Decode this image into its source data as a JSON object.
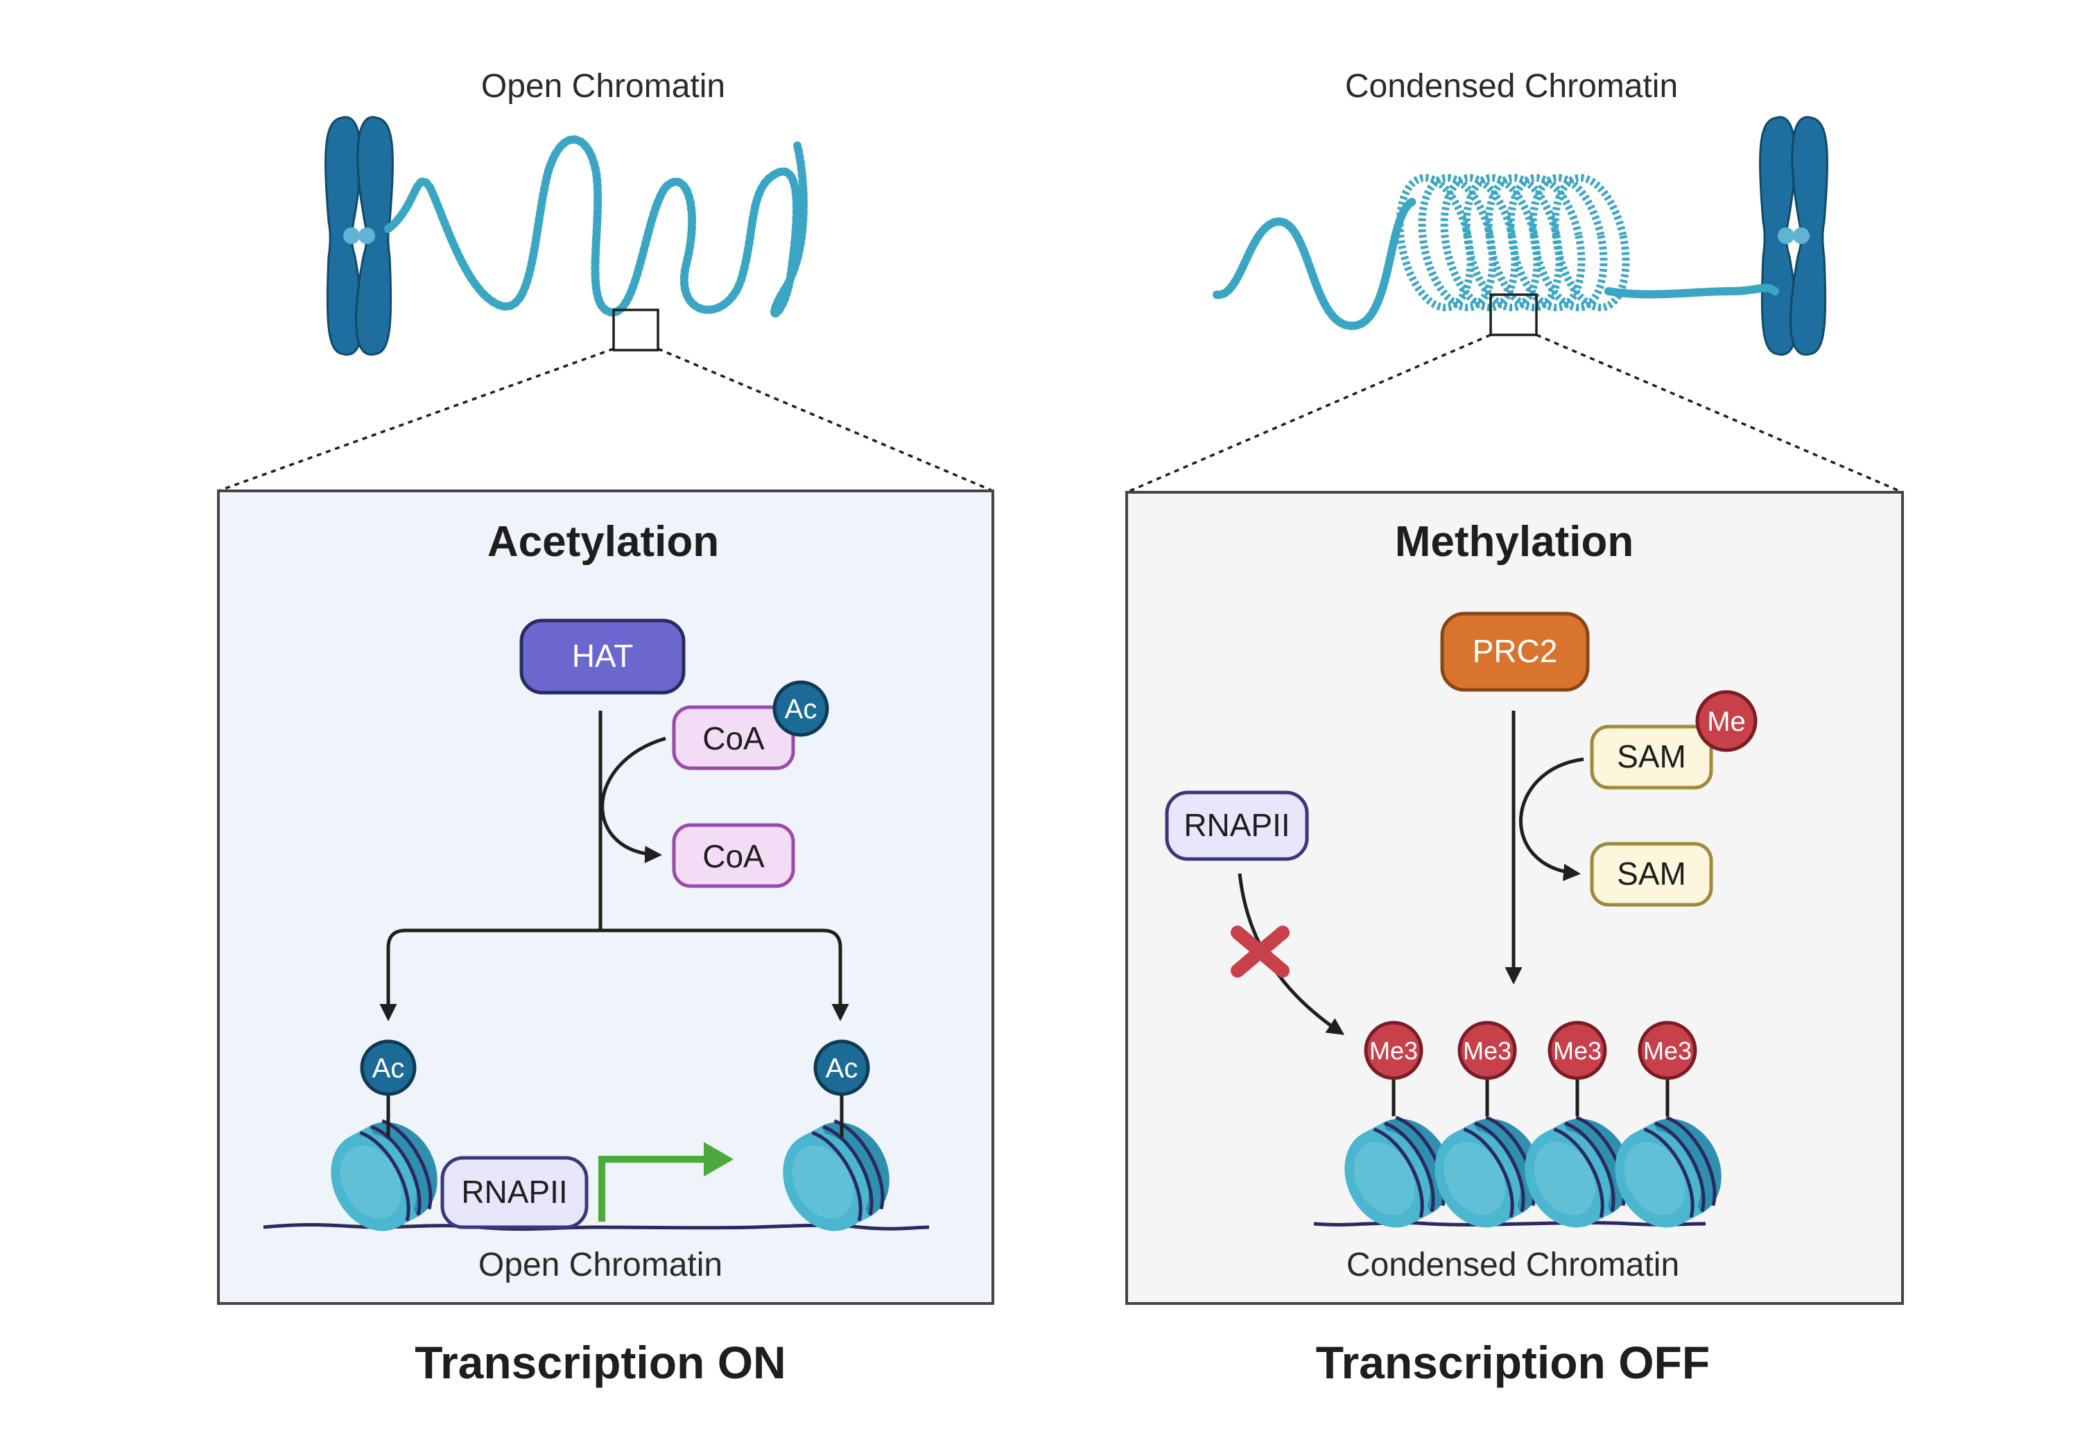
{
  "colors": {
    "chromosome": "#1e6f9f",
    "chromatin_fiber": "#3aa6c4",
    "nucleosome": "#4bb6cf",
    "hat": "#6c66cf",
    "prc2": "#d8742e",
    "coa_fill": "#f3dcf5",
    "coa_stroke": "#9a4aa8",
    "sam_fill": "#fbf6dc",
    "sam_stroke": "#a08a3a",
    "rnapii_fill": "#e8e6fa",
    "rnapii_stroke": "#3a3878",
    "ac_marker": "#1b6b96",
    "me_marker": "#c8404a",
    "tss_arrow": "#4aaa3c",
    "block_x": "#c8404a",
    "panel_left_bg": "#eef4f9",
    "panel_right_bg": "#f5f5f5"
  },
  "left": {
    "caption": "Open Chromatin",
    "panel_title": "Acetylation",
    "enzyme": "HAT",
    "donor": "CoA",
    "donor_mark": "Ac",
    "product": "CoA",
    "histone_marks": [
      "Ac",
      "Ac"
    ],
    "polymerase": "RNAPII",
    "bottom_caption": "Open Chromatin",
    "outcome": "Transcription ON"
  },
  "right": {
    "caption": "Condensed Chromatin",
    "panel_title": "Methylation",
    "enzyme": "PRC2",
    "donor": "SAM",
    "donor_mark": "Me",
    "product": "SAM",
    "polymerase": "RNAPII",
    "histone_marks": [
      "Me3",
      "Me3",
      "Me3",
      "Me3"
    ],
    "bottom_caption": "Condensed Chromatin",
    "outcome": "Transcription OFF"
  },
  "icons": {
    "chromosome": "chromosome-icon",
    "nucleosome": "nucleosome-icon",
    "block": "block-x-icon",
    "tss": "transcription-start-arrow-icon"
  }
}
